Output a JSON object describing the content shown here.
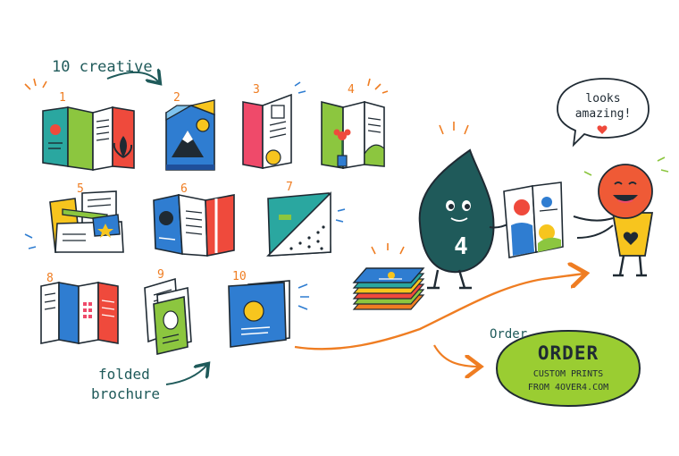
{
  "labels": {
    "heading": "10 creative",
    "footer_line1": "folded",
    "footer_line2": "brochure",
    "order_small": "Order"
  },
  "speech_bubble": {
    "line1": "looks",
    "line2": "amazing!"
  },
  "mascot": {
    "badge": "4"
  },
  "order_badge": {
    "title": "ORDER",
    "line1": "CUSTOM PRINTS",
    "line2": "FROM 4OVER4.COM"
  },
  "brochures": [
    {
      "number": "1"
    },
    {
      "number": "2"
    },
    {
      "number": "3"
    },
    {
      "number": "4"
    },
    {
      "number": "5"
    },
    {
      "number": "6"
    },
    {
      "number": "7"
    },
    {
      "number": "8"
    },
    {
      "number": "9"
    },
    {
      "number": "10"
    }
  ],
  "colors": {
    "ink": "#1f2a33",
    "teal": "#1f5a5a",
    "orange": "#ef7d22",
    "green": "#8cc63f",
    "blue": "#2f7dd1",
    "red": "#ef4a3c",
    "yellow": "#f7c51e"
  }
}
